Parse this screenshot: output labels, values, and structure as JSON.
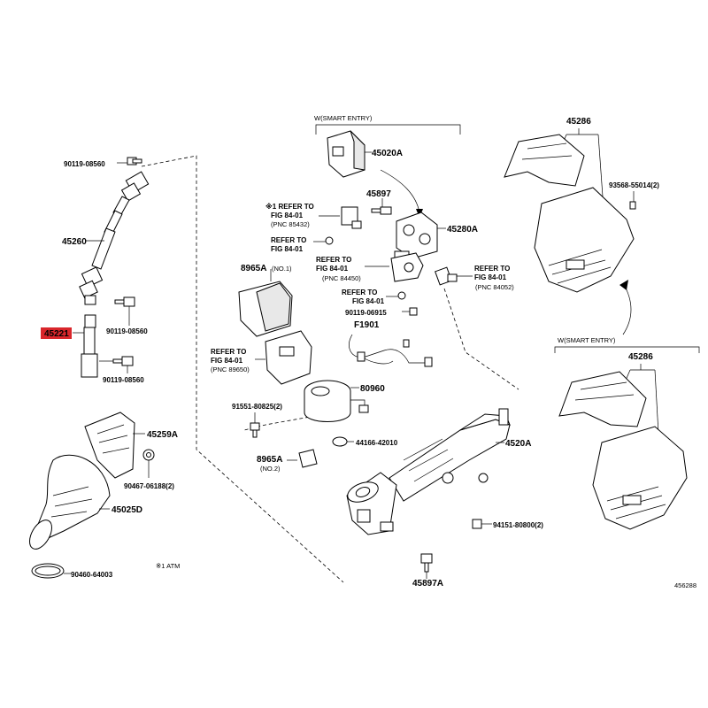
{
  "labels": {
    "bolt_top": "90119-08560",
    "shaft_45260": "45260",
    "bolt_mid": "90119-08560",
    "shaft_45221": "45221",
    "bolt_low": "90119-08560",
    "boot_45259a": "45259A",
    "clip_90467": "90467-06188(2)",
    "seal_45025d": "45025D",
    "clamp_90460": "90460-64003",
    "atm_note": "※1 ATM",
    "smart_entry_top": "W(SMART ENTRY)",
    "ecu_45020a": "45020A",
    "bolt_45897": "45897",
    "bracket_45280a": "45280A",
    "ref1_line1": "※1 REFER TO",
    "ref1_line2": "FIG 84-01",
    "ref1_line3": "(PNC 85432)",
    "ref2_line1": "REFER TO",
    "ref2_line2": "FIG 84-01",
    "ref3_line1": "REFER TO",
    "ref3_line2": "FIG 84-01",
    "ref3_line3": "(PNC 84450)",
    "ref4_line1": "REFER TO",
    "ref4_line2": "FIG 84-01",
    "ref4_line3": "(PNC 84052)",
    "ref5_line1": "REFER TO",
    "ref5_line2": "FIG 84-01",
    "bolt_90119_06915": "90119-06915",
    "harness_f1901": "F1901",
    "cover_8965a": "8965A",
    "cover_8965a_no": "(NO.1)",
    "ref6_line1": "REFER TO",
    "ref6_line2": "FIG 84-01",
    "ref6_line3": "(PNC 89650)",
    "screw_91551": "91551-80825(2)",
    "motor_80960": "80960",
    "oring_44166": "44166-42010",
    "bracket_8965a": "8965A",
    "bracket_8965a_no": "(NO.2)",
    "column_4520a": "4520A",
    "bolt_94151": "94151-80800(2)",
    "bolt_45897a": "45897A",
    "cover_45286_top": "45286",
    "screw_93568": "93568-55014(2)",
    "smart_entry_bottom": "W(SMART ENTRY)",
    "cover_45286_bottom": "45286",
    "diagram_id": "456288"
  },
  "colors": {
    "highlight": "#d9262b",
    "line": "#000000",
    "background": "#ffffff"
  }
}
